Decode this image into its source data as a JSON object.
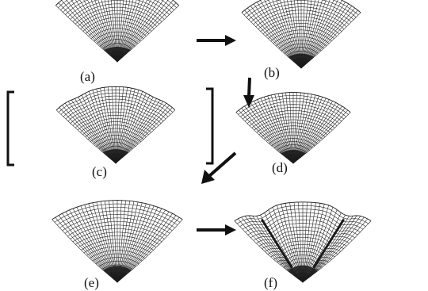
{
  "panels": [
    {
      "id": "a",
      "label": "(a)",
      "depth": 0.15,
      "fold": 0
    },
    {
      "id": "b",
      "label": "(b)",
      "depth": 0.28,
      "fold": 0
    },
    {
      "id": "c",
      "label": "(c)",
      "depth": 0.2,
      "fold": 0.25
    },
    {
      "id": "d",
      "label": "(d)",
      "depth": 0.4,
      "fold": 0
    },
    {
      "id": "e",
      "label": "(e)",
      "depth": 0.55,
      "fold": 0
    },
    {
      "id": "f",
      "label": "(f)",
      "depth": 0.7,
      "fold": 0.8
    }
  ],
  "colors": {
    "mesh": "#1a1a1a",
    "background": "#ffffff"
  }
}
